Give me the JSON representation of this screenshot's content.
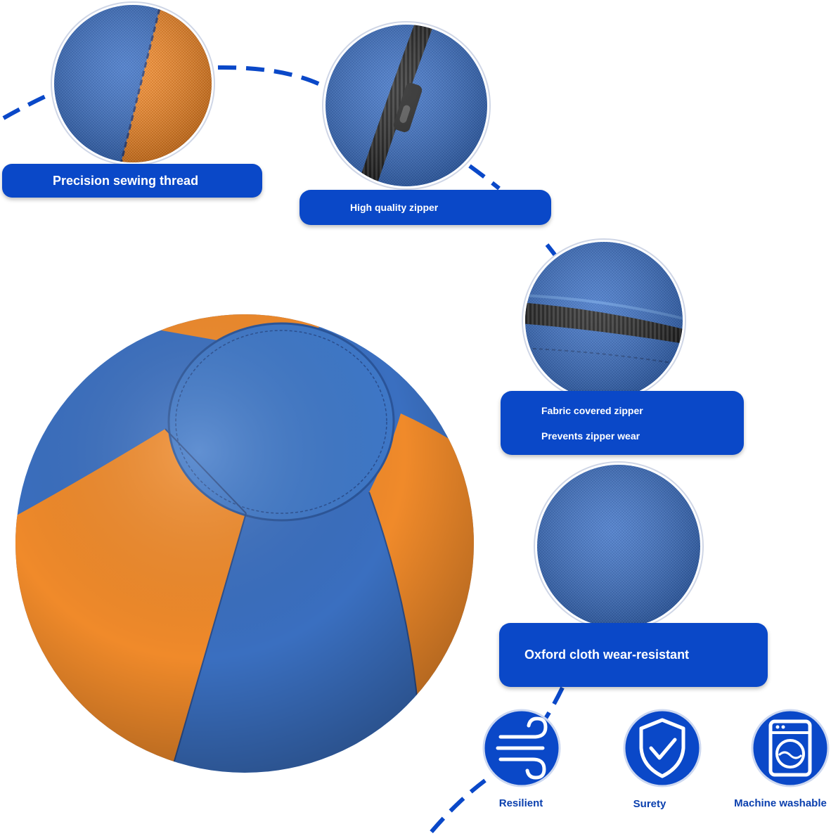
{
  "colors": {
    "brand_blue": "#0a48c8",
    "fabric_blue": "#3a6fc0",
    "fabric_orange": "#f08a2a",
    "caption_blue": "#0a3fae"
  },
  "features": [
    {
      "label": "Precision sewing thread",
      "icon": "stitched-seam-closeup"
    },
    {
      "label": "High quality zipper",
      "icon": "zipper-closeup"
    },
    {
      "label_line1": "Fabric covered zipper",
      "label_line2": "Prevents zipper wear",
      "icon": "covered-zipper-closeup"
    },
    {
      "label": "Oxford cloth wear-resistant",
      "icon": "oxford-fabric-closeup"
    }
  ],
  "badges": [
    {
      "label": "Resilient",
      "icon": "wind-icon"
    },
    {
      "label": "Surety",
      "icon": "shield-check-icon"
    },
    {
      "label": "Machine washable",
      "icon": "washing-machine-icon"
    }
  ]
}
